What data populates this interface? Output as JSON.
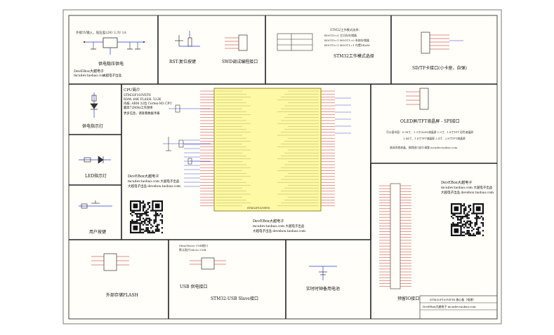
{
  "sheet": {
    "title_block": {
      "line1": "STM32F103VET6 核心板（电源）",
      "line2": "DevEBox大越电子 mcudev.taobao.com"
    }
  },
  "sections": {
    "power": {
      "title": "供电稳压供电",
      "note": "外接5V输入，低压差LDO 3.3V 1A",
      "brand": "DevEBox大越电子",
      "url": "mcudev.taobao.com",
      "brand2": "大越电子出品"
    },
    "reset": {
      "title": "RST-复位按键"
    },
    "swd": {
      "title": "SWD调试编程接口"
    },
    "boot": {
      "title": "STM32工作模式选择",
      "note": "STM32工作模式选择：",
      "lines": [
        "BOOT0=0 主闪存存储器",
        "BOOT0=1 BOOT1=0 系统存储器",
        "BOOT0=1 BOOT1=1 内置SRAM"
      ]
    },
    "sd": {
      "title": "SD/TF卡接口(小卡座，自弹)"
    },
    "cpu": {
      "title": "CPU简介",
      "model": "STM32F103VET6",
      "spec": "RAM: 64K  FLASH: 512K",
      "core": "内核: ARM 32位 Cortex-M3 CPU",
      "freq": "最高72MHz工作频率",
      "note": "更多信息，请查看数据手册"
    },
    "led_power": {
      "title": "供电指示灯"
    },
    "led": {
      "title": "LED指示灯"
    },
    "key": {
      "title": "用户按键"
    },
    "oled": {
      "title": "OLED屏/TFT液晶屏 - SPI接口",
      "line1": "可以接市面：0.96寸、1.3寸OLED液晶屏  1.5寸、1.8寸TFT 彩色液晶屏",
      "line2": "1.44寸、1.8寸TFT液晶屏   2.4寸、2.8寸TFT液晶屏",
      "line3": "具体其他液晶，按照接口自行调整    mcudev.taobao.com"
    },
    "center_brand": {
      "brand": "DevEBox大越电子",
      "url": "mcudev.taobao.com  大越电子出品",
      "shop": "大越电子出品  devebox.taobao.com"
    },
    "right_brand": {
      "brand": "DevEBox大越电子",
      "url": "mcudev.taobao.com  大越电子出品",
      "shop": "大越电子出品  devebox.taobao.com"
    },
    "mid_brand": {
      "brand": "DevEBox大越电子",
      "url": "mcudev.taobao.com  大越电子出品",
      "shop": "大越电子出品  devebox.taobao.com"
    },
    "flash": {
      "title": "外部存储FLASH"
    },
    "usb_power": {
      "title": "USB 供电接口",
      "note1": "Mini/Micro USB接口",
      "note2": "默认贴片Micro USB"
    },
    "usb_slave": {
      "title": "STM32-USB Slave接口"
    },
    "rtc": {
      "title": "实时时钟备用电池"
    },
    "io": {
      "title": "预留IO接口"
    }
  },
  "mcu": {
    "label": "STM32F103VET6"
  },
  "colors": {
    "frame": "#7a7a7a",
    "mcu_fill": "#fdf9a4",
    "wire": "#2a3fd6",
    "pin": "#c01c1c",
    "component": "#333333"
  }
}
